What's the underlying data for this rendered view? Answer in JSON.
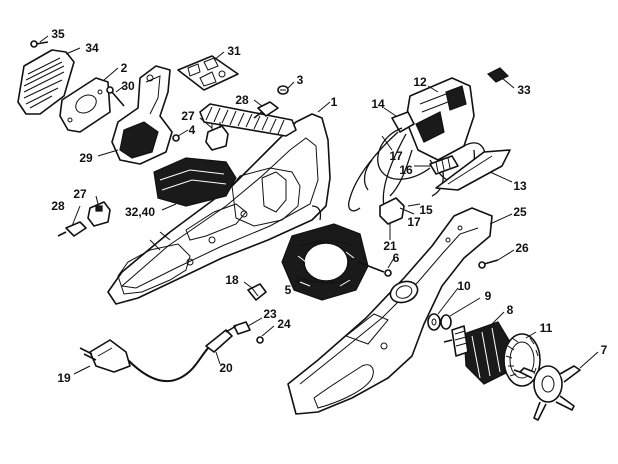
{
  "callouts": [
    {
      "id": "c35",
      "text": "35"
    },
    {
      "id": "c34",
      "text": "34"
    },
    {
      "id": "c31",
      "text": "31"
    },
    {
      "id": "c2",
      "text": "2"
    },
    {
      "id": "c30",
      "text": "30"
    },
    {
      "id": "c3",
      "text": "3"
    },
    {
      "id": "c28a",
      "text": "28"
    },
    {
      "id": "c1",
      "text": "1"
    },
    {
      "id": "c12",
      "text": "12"
    },
    {
      "id": "c33",
      "text": "33"
    },
    {
      "id": "c14",
      "text": "14"
    },
    {
      "id": "c27a",
      "text": "27"
    },
    {
      "id": "c4",
      "text": "4"
    },
    {
      "id": "c29",
      "text": "29"
    },
    {
      "id": "c17a",
      "text": "17"
    },
    {
      "id": "c16",
      "text": "16"
    },
    {
      "id": "c13",
      "text": "13"
    },
    {
      "id": "c27b",
      "text": "27"
    },
    {
      "id": "c28b",
      "text": "28"
    },
    {
      "id": "c3240",
      "text": "32,40"
    },
    {
      "id": "c15",
      "text": "15"
    },
    {
      "id": "c17b",
      "text": "17"
    },
    {
      "id": "c25",
      "text": "25"
    },
    {
      "id": "c21",
      "text": "21"
    },
    {
      "id": "c26",
      "text": "26"
    },
    {
      "id": "c6",
      "text": "6"
    },
    {
      "id": "c5",
      "text": "5"
    },
    {
      "id": "c18",
      "text": "18"
    },
    {
      "id": "c10",
      "text": "10"
    },
    {
      "id": "c9",
      "text": "9"
    },
    {
      "id": "c8",
      "text": "8"
    },
    {
      "id": "c23",
      "text": "23"
    },
    {
      "id": "c24",
      "text": "24"
    },
    {
      "id": "c11",
      "text": "11"
    },
    {
      "id": "c7",
      "text": "7"
    },
    {
      "id": "c19",
      "text": "19"
    },
    {
      "id": "c20",
      "text": "20"
    }
  ]
}
